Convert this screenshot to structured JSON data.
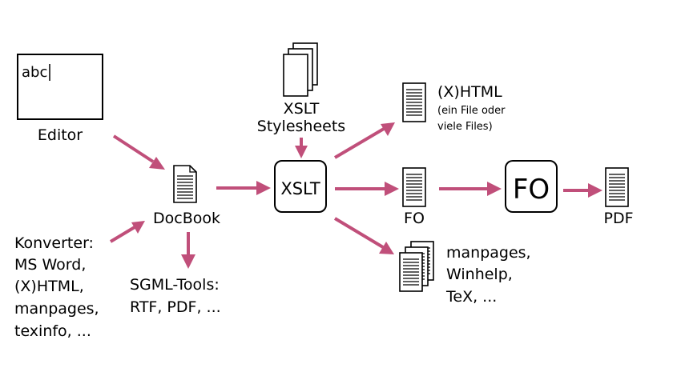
{
  "editor": {
    "text": "abc",
    "label": "Editor"
  },
  "docbook": {
    "label": "DocBook"
  },
  "converter": {
    "lines": [
      "Konverter:",
      "MS Word,",
      "(X)HTML,",
      "manpages,",
      "texinfo, ..."
    ]
  },
  "sgml": {
    "lines": [
      "SGML-Tools:",
      "RTF, PDF, ..."
    ]
  },
  "stylesheets": {
    "lines": [
      "XSLT",
      "Stylesheets"
    ]
  },
  "xslt": {
    "label": "XSLT"
  },
  "xhtml": {
    "title": "(X)HTML",
    "sub": [
      "(ein File oder",
      "viele Files)"
    ]
  },
  "fo_doc": {
    "label": "FO"
  },
  "fo_processor": {
    "label": "FO"
  },
  "pdf": {
    "label": "PDF"
  },
  "other_outputs": {
    "lines": [
      "manpages,",
      "Winhelp,",
      "TeX, ..."
    ]
  },
  "colors": {
    "arrow": "#c04f7a"
  }
}
